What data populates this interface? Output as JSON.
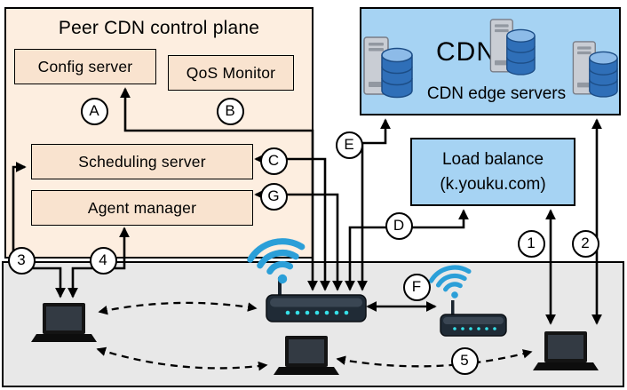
{
  "diagram": {
    "control_plane": {
      "title": "Peer CDN control plane",
      "config_server": "Config server",
      "qos_monitor": "QoS Monitor",
      "scheduling_server": "Scheduling server",
      "agent_manager": "Agent manager"
    },
    "cdn": {
      "title": "CDN",
      "subtitle": "CDN edge servers"
    },
    "load_balance": {
      "line1": "Load balance",
      "line2": "(k.youku.com)"
    },
    "markers": {
      "A": "A",
      "B": "B",
      "C": "C",
      "D": "D",
      "E": "E",
      "F": "F",
      "G": "G",
      "n1": "1",
      "n2": "2",
      "n3": "3",
      "n4": "4",
      "n5": "5"
    },
    "colors": {
      "control_plane_bg": "#fdeee0",
      "inner_box_bg": "#f9e3cf",
      "blue_panel_bg": "#a6d3f3",
      "client_area_bg": "#e8e8e8",
      "wifi_blue": "#2b9fd8"
    }
  }
}
